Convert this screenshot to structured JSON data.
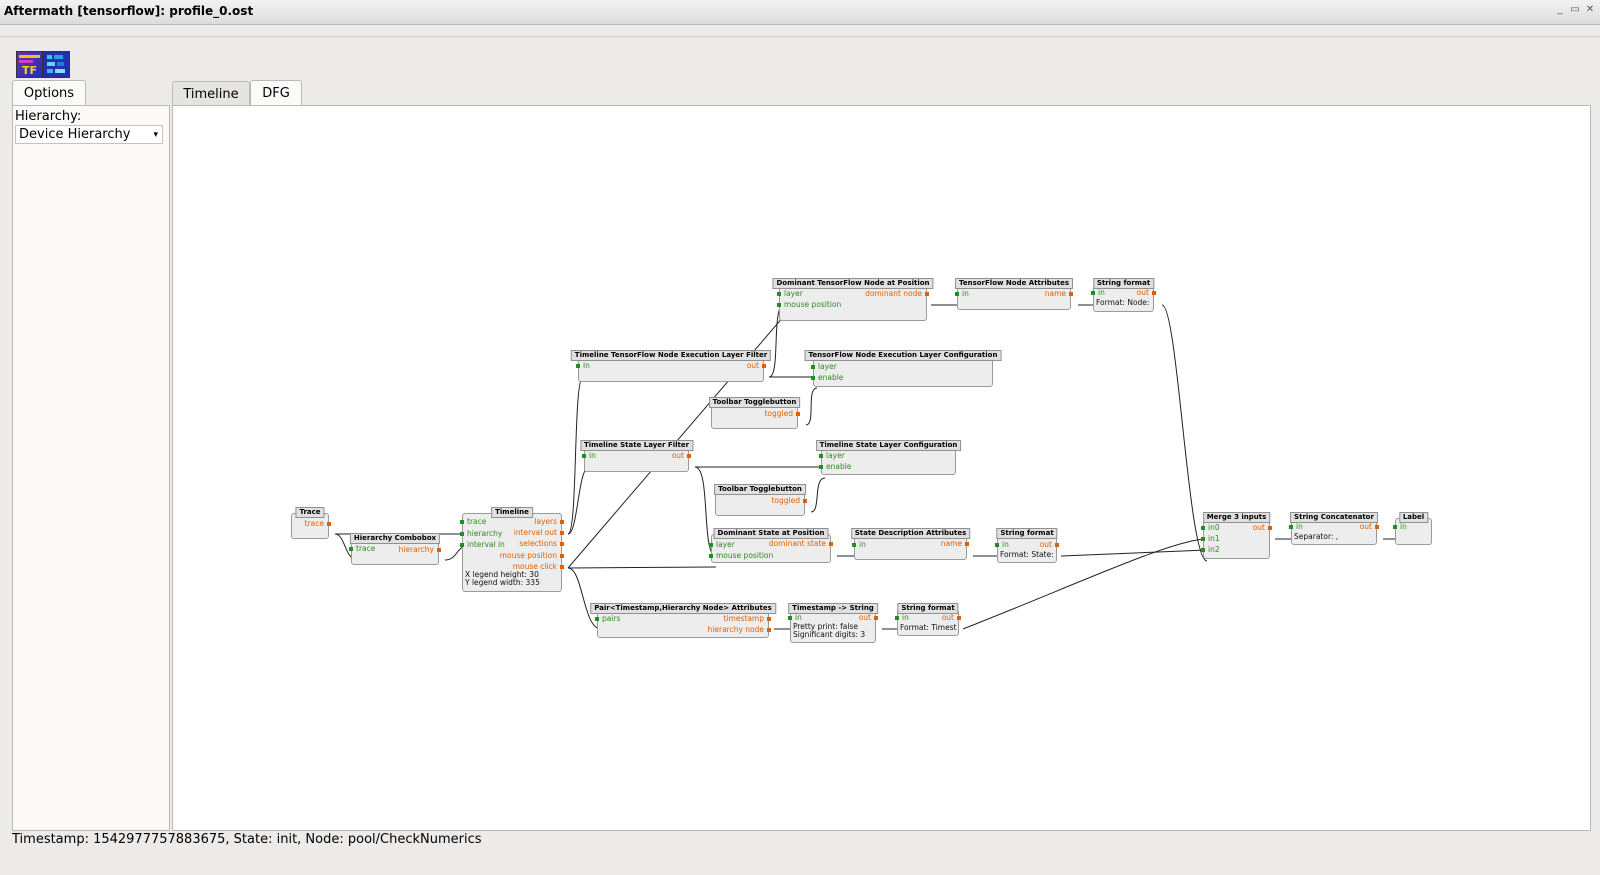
{
  "window": {
    "title": "Aftermath [tensorflow]: profile_0.ost",
    "controls": [
      "_",
      "▭",
      "✕"
    ]
  },
  "toolbar": {
    "icon1_label": "TF",
    "icon2_label": ""
  },
  "left_tabs": {
    "options": "Options"
  },
  "main_tabs": {
    "timeline": "Timeline",
    "dfg": "DFG"
  },
  "options": {
    "hierarchy_label": "Hierarchy:",
    "hierarchy_value": "Device Hierarchy"
  },
  "nodes": {
    "trace": {
      "title": "Trace",
      "out": [
        "trace"
      ]
    },
    "hcombo": {
      "title": "Hierarchy Combobox",
      "in": [
        "trace"
      ],
      "out": [
        "hierarchy"
      ]
    },
    "timeline": {
      "title": "Timeline",
      "in": [
        "trace",
        "hierarchy",
        "interval in"
      ],
      "out": [
        "layers",
        "interval out",
        "selections",
        "mouse position",
        "mouse click"
      ],
      "params": [
        "X legend height: 30",
        "Y legend width: 335"
      ]
    },
    "tfexecfilter": {
      "title": "Timeline TensorFlow Node Execution Layer Filter",
      "in": [
        "in"
      ],
      "out": [
        "out"
      ]
    },
    "domtf": {
      "title": "Dominant TensorFlow Node at Position",
      "in": [
        "layer",
        "mouse position"
      ],
      "out": [
        "dominant node"
      ]
    },
    "tfattr": {
      "title": "TensorFlow Node Attributes",
      "in": [
        "in"
      ],
      "out": [
        "name"
      ]
    },
    "sfmt1": {
      "title": "String format",
      "in": [
        "in"
      ],
      "out": [
        "out"
      ],
      "params": [
        "Format: Node:"
      ]
    },
    "tfexecconf": {
      "title": "TensorFlow Node Execution Layer Configuration",
      "in": [
        "layer",
        "enable"
      ]
    },
    "toggle1": {
      "title": "Toolbar Togglebutton",
      "out": [
        "toggled"
      ]
    },
    "statefilter": {
      "title": "Timeline State Layer Filter",
      "in": [
        "in"
      ],
      "out": [
        "out"
      ]
    },
    "stateconf": {
      "title": "Timeline State Layer Configuration",
      "in": [
        "layer",
        "enable"
      ]
    },
    "toggle2": {
      "title": "Toolbar Togglebutton",
      "out": [
        "toggled"
      ]
    },
    "domstate": {
      "title": "Dominant State at Position",
      "in": [
        "layer",
        "mouse position"
      ],
      "out": [
        "dominant state"
      ]
    },
    "statedesc": {
      "title": "State Description Attributes",
      "in": [
        "in"
      ],
      "out": [
        "name"
      ]
    },
    "sfmt2": {
      "title": "String format",
      "in": [
        "in"
      ],
      "out": [
        "out"
      ],
      "params": [
        "Format: State:"
      ]
    },
    "pairattr": {
      "title": "Pair<Timestamp,Hierarchy Node> Attributes",
      "in": [
        "pairs"
      ],
      "out": [
        "timestamp",
        "hierarchy node"
      ]
    },
    "tsstr": {
      "title": "Timestamp -> String",
      "in": [
        "in"
      ],
      "out": [
        "out"
      ],
      "params": [
        "Pretty print: false",
        "Significant digits: 3"
      ]
    },
    "sfmt3": {
      "title": "String format",
      "in": [
        "in"
      ],
      "out": [
        "out"
      ],
      "params": [
        "Format: Timest"
      ]
    },
    "merge": {
      "title": "Merge 3 inputs",
      "in": [
        "in0",
        "in1",
        "in2"
      ],
      "out": [
        "out"
      ]
    },
    "concat": {
      "title": "String Concatenator",
      "in": [
        "in"
      ],
      "out": [
        "out"
      ],
      "params": [
        "Separator: ,"
      ]
    },
    "label": {
      "title": "Label",
      "in": [
        "in"
      ]
    }
  },
  "status": {
    "text": "Timestamp: 1542977757883675, State: init, Node: pool/CheckNumerics"
  },
  "colors": {
    "input_port": "#2e8b1e",
    "output_port": "#e06000",
    "node_fill": "#ededed"
  }
}
